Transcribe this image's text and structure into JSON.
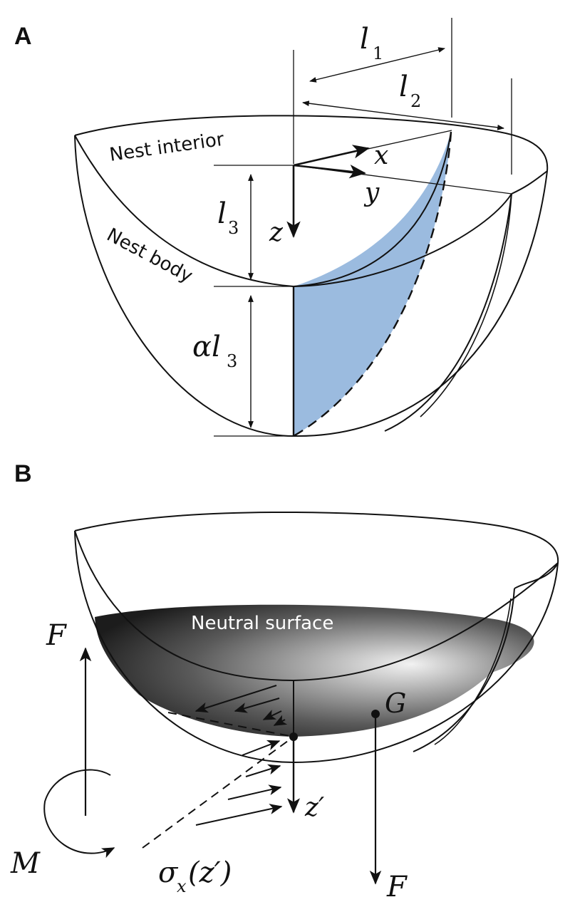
{
  "panel_a": {
    "letter": "A",
    "labels": {
      "nest_interior": "Nest interior",
      "nest_body": "Nest body",
      "l1": "l",
      "l1_sub": "1",
      "l2": "l",
      "l2_sub": "2",
      "l3": "l",
      "l3_sub": "3",
      "alpha_l3": "αl",
      "alpha_l3_sub": "3",
      "x": "x",
      "y": "y",
      "z": "z"
    },
    "colors": {
      "shaded_region": "#9bbbdf",
      "stroke": "#111111"
    }
  },
  "panel_b": {
    "letter": "B",
    "labels": {
      "neutral_surface": "Neutral surface",
      "F_left": "F",
      "F_bottom": "F",
      "G": "G",
      "M": "M",
      "z_prime": "z′",
      "sigma": "σ",
      "sigma_sub": "x",
      "sigma_arg": "(z′)"
    },
    "colors": {
      "surface_dark": "#1a1a1a",
      "surface_light": "#d8d8d8",
      "stroke": "#111111"
    }
  }
}
